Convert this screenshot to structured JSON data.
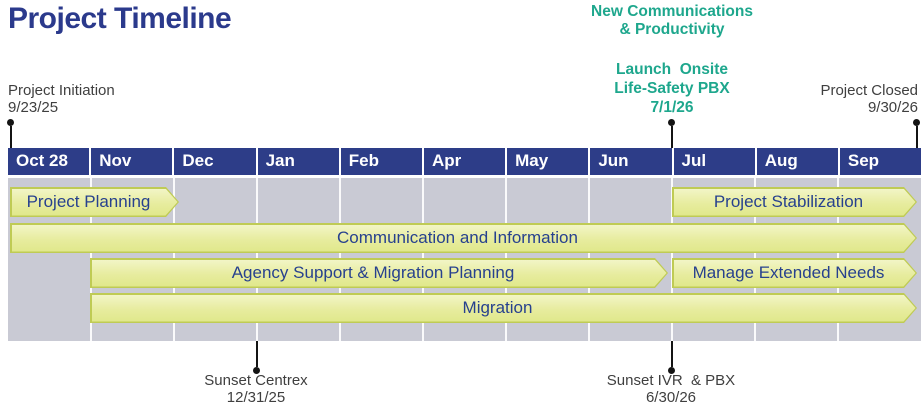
{
  "title": "Project Timeline",
  "banner": {
    "line1": "New Communications",
    "line2": "& Productivity"
  },
  "milestones": {
    "project_initiation": {
      "label": "Project Initiation",
      "date": "9/23/25"
    },
    "launch": {
      "line1": "Launch  Onsite",
      "line2": "Life-Safety PBX",
      "date": "7/1/26"
    },
    "project_closed": {
      "label": "Project Closed",
      "date": "9/30/26"
    },
    "sunset_centrex": {
      "label": "Sunset Centrex",
      "date": "12/31/25"
    },
    "sunset_ivr_pbx": {
      "label": "Sunset IVR  & PBX",
      "date": "6/30/26"
    }
  },
  "chart_data": {
    "type": "bar",
    "subtype": "gantt-timeline",
    "categories": [
      "Oct 28",
      "Nov",
      "Dec",
      "Jan",
      "Feb",
      "Apr",
      "May",
      "Jun",
      "Jul",
      "Aug",
      "Sep"
    ],
    "bars": [
      {
        "label": "Project Planning",
        "row": 1,
        "start_month": "Oct 28",
        "end_month": "Nov"
      },
      {
        "label": "Project Stabilization",
        "row": 1,
        "start_month": "Jul",
        "end_month": "Sep"
      },
      {
        "label": "Communication and Information",
        "row": 2,
        "start_month": "Oct 28",
        "end_month": "Sep"
      },
      {
        "label": "Agency Support & Migration Planning",
        "row": 3,
        "start_month": "Nov",
        "end_month": "Jun"
      },
      {
        "label": "Manage Extended Needs",
        "row": 3,
        "start_month": "Jul",
        "end_month": "Sep"
      },
      {
        "label": "Migration",
        "row": 4,
        "start_month": "Nov",
        "end_month": "Sep"
      }
    ],
    "milestones_top": [
      {
        "label": "Project Initiation",
        "date": "9/23/25",
        "position": "start of Oct 28"
      },
      {
        "label": "Launch Onsite Life-Safety PBX",
        "date": "7/1/26",
        "position": "start of Jul"
      },
      {
        "label": "Project Closed",
        "date": "9/30/26",
        "position": "end of Sep"
      }
    ],
    "milestones_bottom": [
      {
        "label": "Sunset Centrex",
        "date": "12/31/25",
        "position": "end of Dec"
      },
      {
        "label": "Sunset IVR & PBX",
        "date": "6/30/26",
        "position": "end of Jun"
      }
    ],
    "legend_position": "none",
    "grid": "vertical white gridlines per month"
  },
  "colors": {
    "title_navy": "#2b3a8c",
    "header_navy": "#2d3d88",
    "teal_accent": "#1ea78d",
    "bar_fill": "#e9eda3",
    "bar_border": "#bfcb54",
    "bar_text": "#27418e",
    "chart_background": "#c9cad4",
    "annotation_text": "#3f3f3f",
    "marker_black": "#141414"
  }
}
